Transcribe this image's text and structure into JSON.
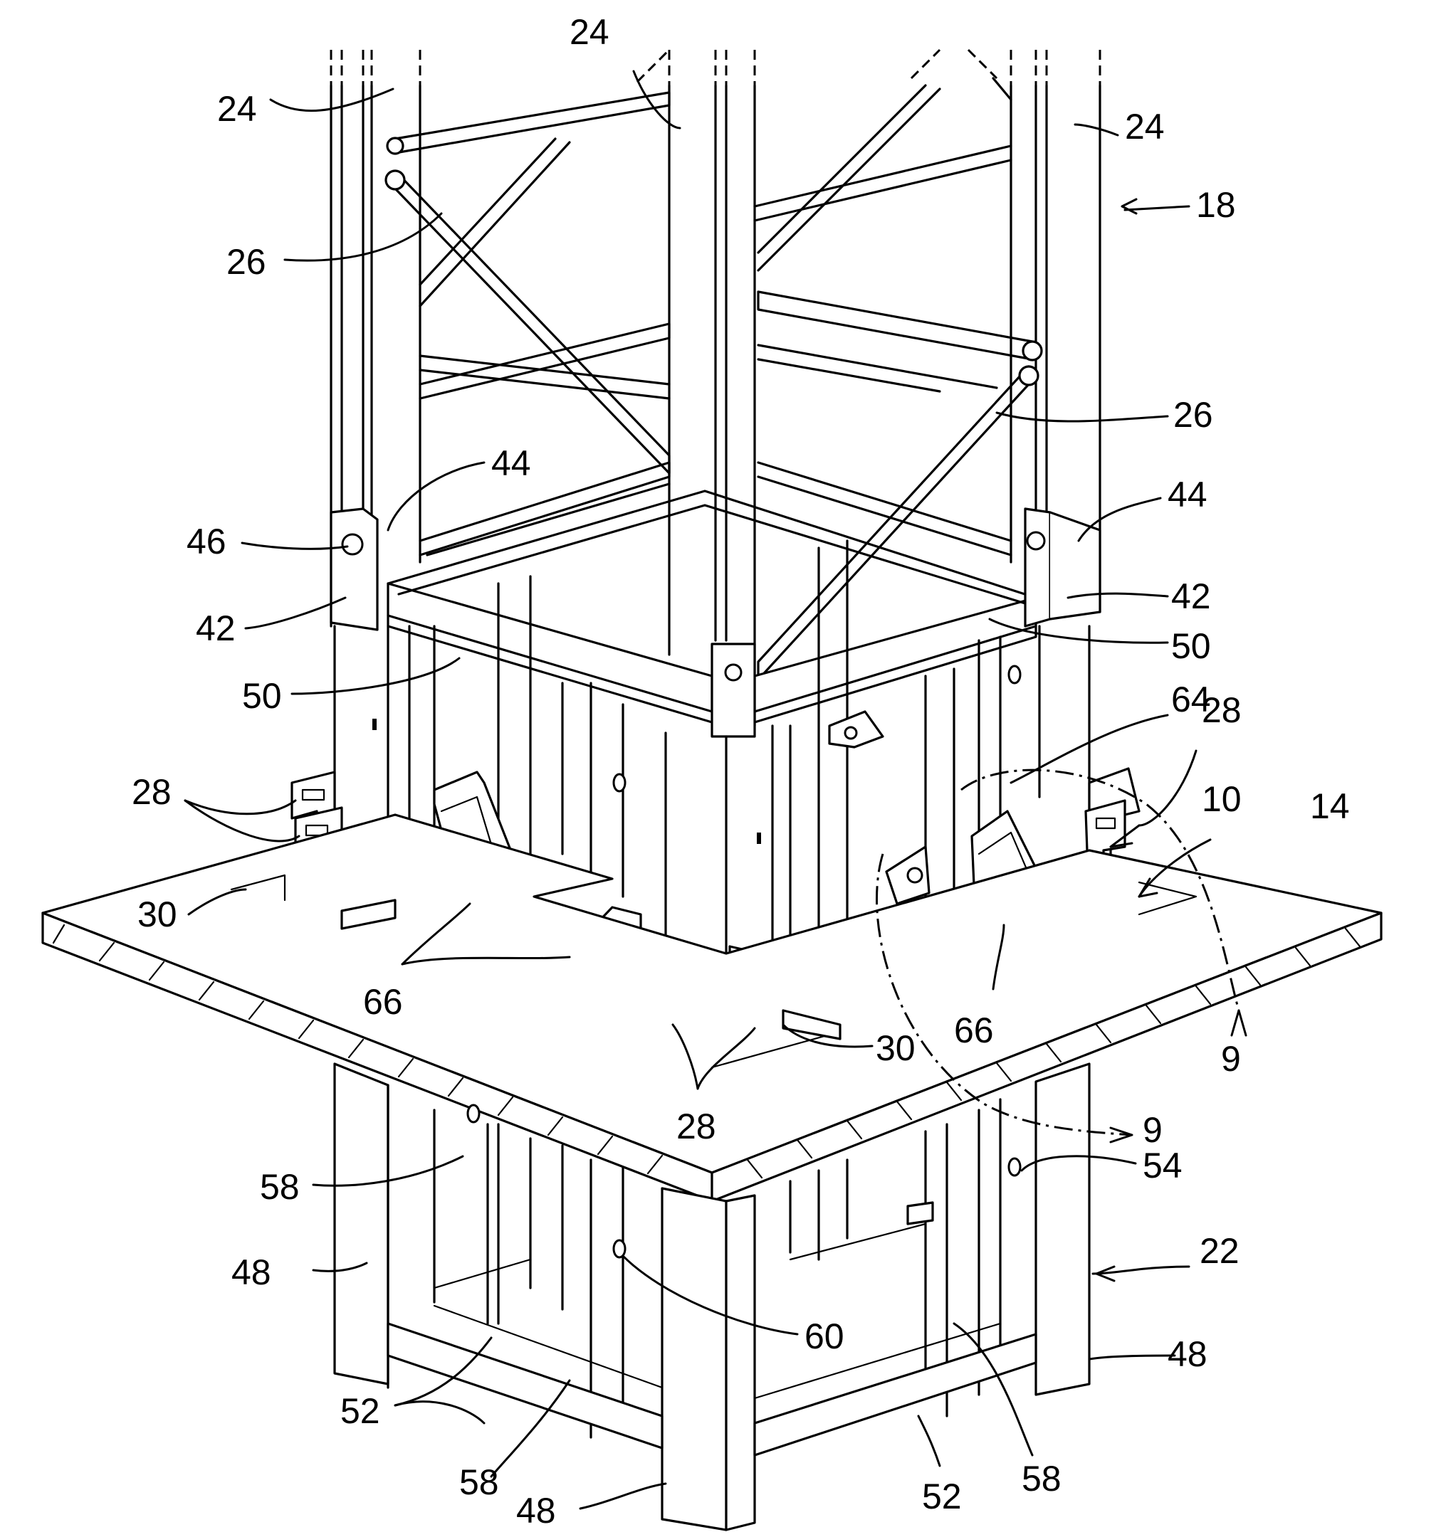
{
  "figure": {
    "labels": {
      "l24a": "24",
      "l24b": "24",
      "l24c": "24",
      "l18": "18",
      "l26a": "26",
      "l26b": "26",
      "l44a": "44",
      "l44b": "44",
      "l46": "46",
      "l42a": "42",
      "l42b": "42",
      "l50a": "50",
      "l50b": "50",
      "l64": "64",
      "l28a": "28",
      "l28b": "28",
      "l28c": "28",
      "l10": "10",
      "l14": "14",
      "l30a": "30",
      "l30b": "30",
      "l66a": "66",
      "l66b": "66",
      "l9a": "9",
      "l9b": "9",
      "l58a": "58",
      "l58b": "58",
      "l58c": "58",
      "l54": "54",
      "l22": "22",
      "l48a": "48",
      "l48b": "48",
      "l48c": "48",
      "l60": "60",
      "l52a": "52",
      "l52b": "52"
    }
  }
}
